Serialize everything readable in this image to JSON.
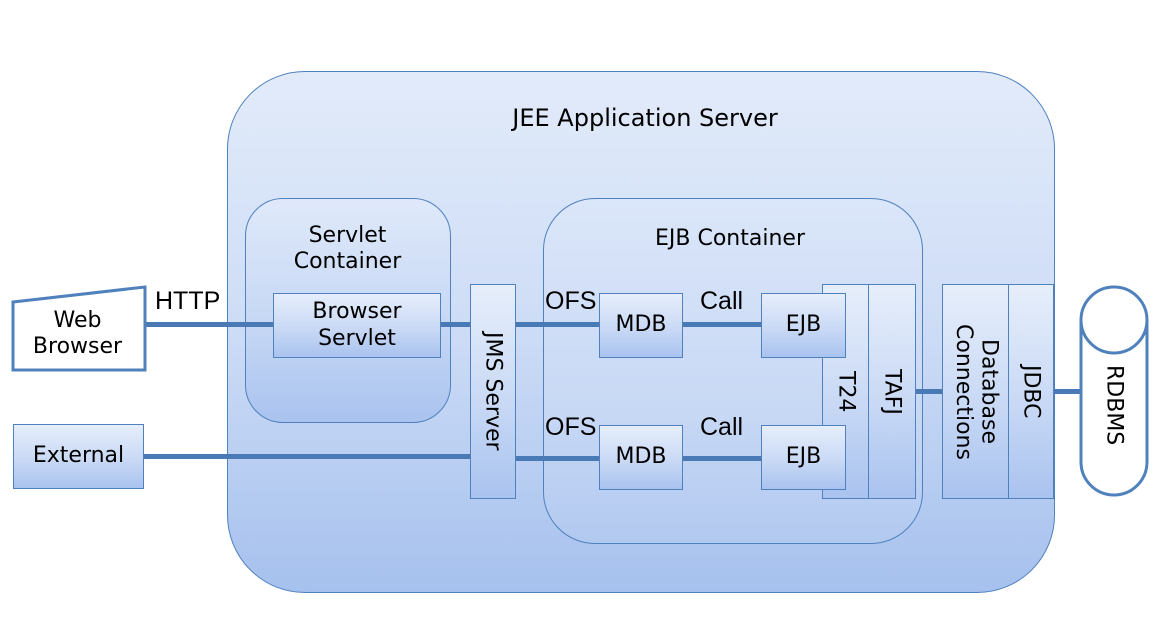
{
  "diagram": {
    "title": "JEE Application Server",
    "external_nodes": {
      "web_browser": "Web Browser",
      "external": "External",
      "rdbms": "RDBMS"
    },
    "servlet_container": {
      "title": "Servlet Container",
      "browser_servlet": "Browser Servlet"
    },
    "jms_server": "JMS Server",
    "ejb_container": {
      "title": "EJB Container",
      "mdb_top": "MDB",
      "mdb_bottom": "MDB",
      "ejb_top": "EJB",
      "ejb_bottom": "EJB",
      "t24": "T24",
      "tafj": "TAFJ"
    },
    "database_connections": "Database Connections",
    "jdbc": "JDBC",
    "edge_labels": {
      "http": "HTTP",
      "ofs_top": "OFS",
      "ofs_bottom": "OFS",
      "call_top": "Call",
      "call_bottom": "Call"
    },
    "colors": {
      "border": "#4f81bd",
      "connector": "#4a7ab5",
      "fill_light": "#e6eefb",
      "fill_dark": "#a9c3ef"
    }
  }
}
